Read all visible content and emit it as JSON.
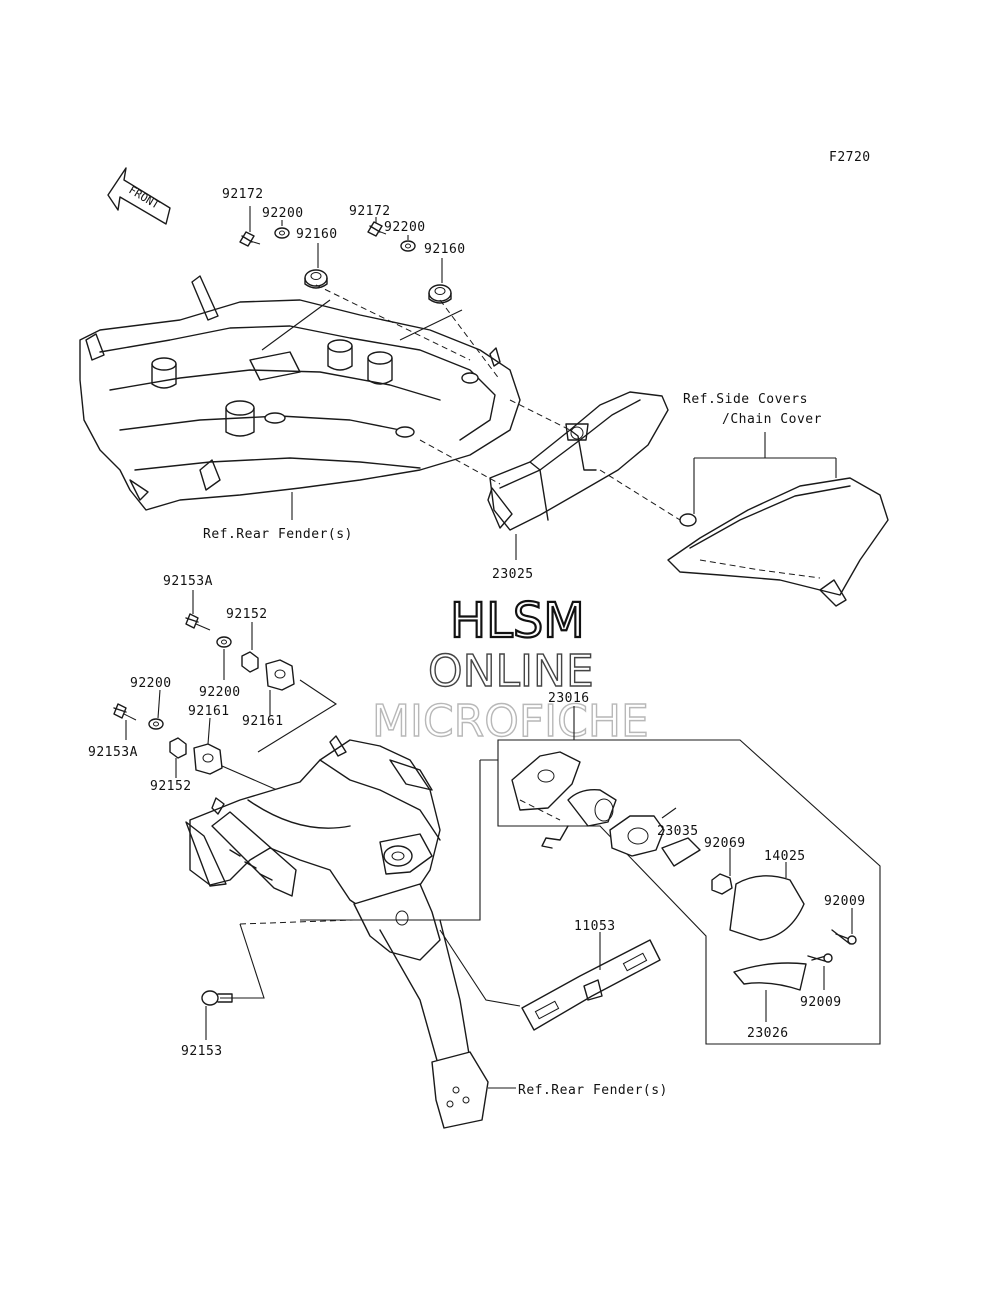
{
  "figure_code": "F2720",
  "front_arrow": {
    "label": "FRONT",
    "icon": "front-arrow-icon"
  },
  "watermark": {
    "line1": "HLSM",
    "line2": "ONLINE",
    "line3": "MICROFICHE"
  },
  "references": {
    "side_covers_line1": "Ref.Side Covers",
    "side_covers_line2": "/Chain Cover",
    "rear_fender_upper": "Ref.Rear Fender(s)",
    "rear_fender_lower": "Ref.Rear Fender(s)"
  },
  "parts": {
    "p92172_a": "92172",
    "p92200_a": "92200",
    "p92160_a": "92160",
    "p92172_b": "92172",
    "p92200_b": "92200",
    "p92160_b": "92160",
    "p23025": "23025",
    "p92153A_a": "92153A",
    "p92152_a": "92152",
    "p92200_c": "92200",
    "p92161_a": "92161",
    "p92161_b": "92161",
    "p92200_d": "92200",
    "p92153A_b": "92153A",
    "p92152_b": "92152",
    "p23016": "23016",
    "p23035": "23035",
    "p92069": "92069",
    "p14025": "14025",
    "p92009_a": "92009",
    "p92009_b": "92009",
    "p11053": "11053",
    "p23026": "23026",
    "p92153": "92153"
  }
}
